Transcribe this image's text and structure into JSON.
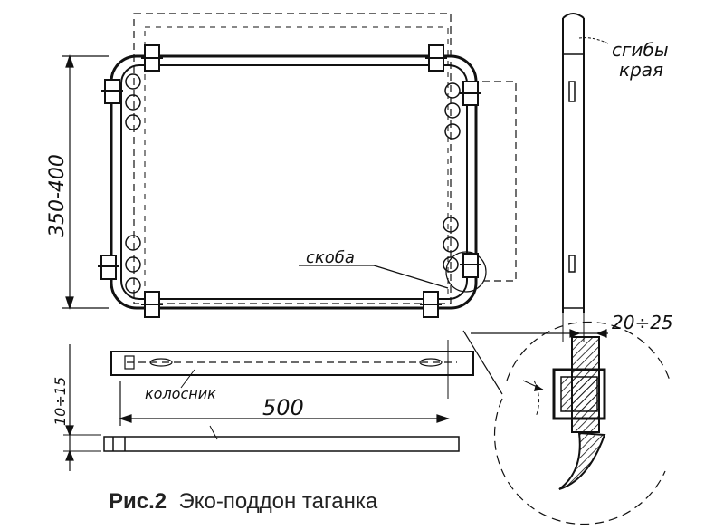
{
  "drawing": {
    "dim_height": "350-400",
    "dim_length": "500",
    "dim_frame_height": "10÷15",
    "dim_gap": "20÷25",
    "label_bends": "сгибы",
    "label_bends_line2": "края",
    "label_bracket": "скоба",
    "label_grate": "колосник"
  },
  "caption": {
    "number": "Рис.2",
    "title": "Эко-поддон таганка"
  }
}
